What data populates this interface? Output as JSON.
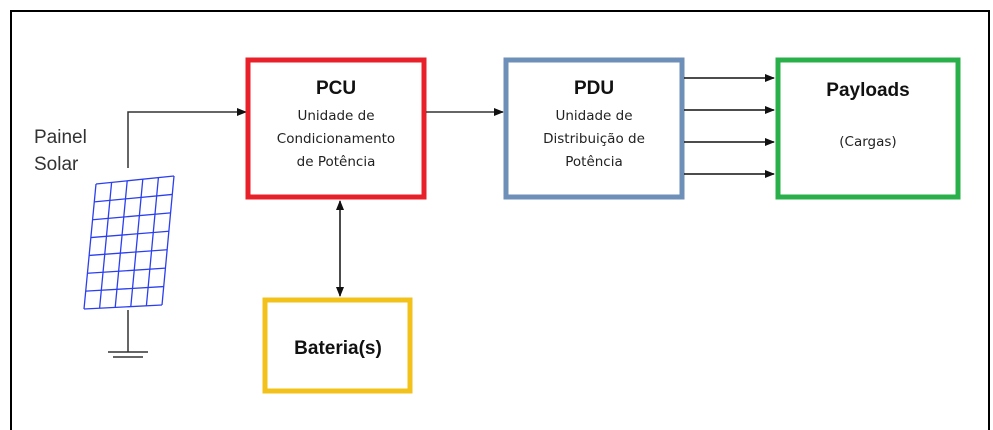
{
  "panel": {
    "label_line1": "Painel",
    "label_line2": "Solar"
  },
  "pcu": {
    "title": "PCU",
    "line1": "Unidade de",
    "line2": "Condicionamento",
    "line3": "de Potência",
    "color": "#e8202a"
  },
  "pdu": {
    "title": "PDU",
    "line1": "Unidade de",
    "line2": "Distribuição de",
    "line3": "Potência",
    "color": "#6e8fb8"
  },
  "payloads": {
    "title": "Payloads",
    "line1": "(Cargas)",
    "color": "#2ab04a"
  },
  "battery": {
    "title": "Bateria(s)",
    "color": "#f2c21a"
  },
  "colors": {
    "solar_grid": "#2b3ff0",
    "line": "#333333"
  }
}
